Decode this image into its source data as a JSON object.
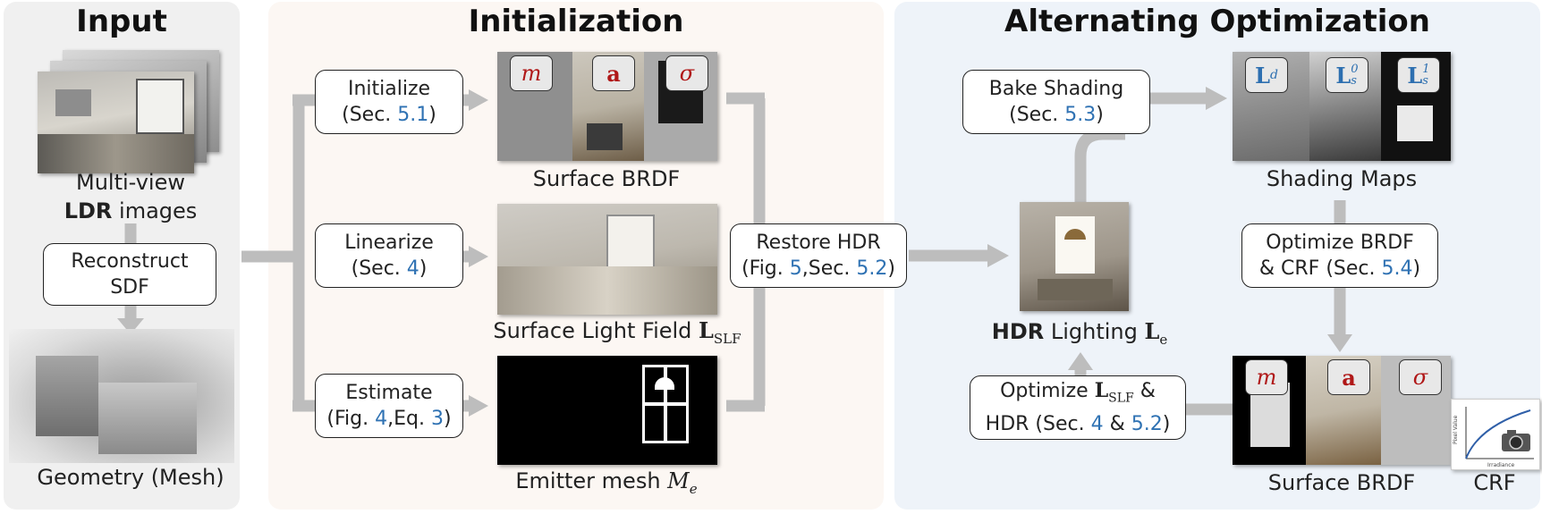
{
  "sections": {
    "input": "Input",
    "init": "Initialization",
    "alt": "Alternating Optimization"
  },
  "input_panel": {
    "multiview_line1": "Multi-view",
    "multiview_bold": "LDR",
    "multiview_rest": " images",
    "reconstruct_line1": "Reconstruct",
    "reconstruct_line2": "SDF",
    "geometry": "Geometry (Mesh)"
  },
  "init_panel": {
    "initialize_line1": "Initialize",
    "initialize_pre": "(Sec. ",
    "initialize_ref": "5.1",
    "initialize_post": ")",
    "linearize_line1": "Linearize",
    "linearize_pre": "(Sec. ",
    "linearize_ref": "4",
    "linearize_post": ")",
    "estimate_line1": "Estimate",
    "estimate_pre": "(Fig. ",
    "estimate_ref1": "4",
    "estimate_mid": ",Eq. ",
    "estimate_ref2": "3",
    "estimate_post": ")",
    "brdf_caption": "Surface BRDF",
    "slf_caption": "Surface Light Field ",
    "slf_symbol": "L",
    "slf_sub": "SLF",
    "emitter_caption": "Emitter mesh ",
    "emitter_symbol": "M",
    "emitter_sub": "e",
    "badge_m": "m",
    "badge_a": "a",
    "badge_sigma": "σ"
  },
  "restore": {
    "line1": "Restore HDR",
    "pre": "(Fig. ",
    "ref1": "5",
    "mid": ",Sec. ",
    "ref2": "5.2",
    "post": ")"
  },
  "alt_panel": {
    "bake_line1": "Bake Shading",
    "bake_pre": "(Sec. ",
    "bake_ref": "5.3",
    "bake_post": ")",
    "shading_caption": "Shading Maps",
    "opt_brdf_line1": "Optimize BRDF",
    "opt_brdf_pre": "& CRF (Sec. ",
    "opt_brdf_ref": "5.4",
    "opt_brdf_post": ")",
    "hdr_bold": "HDR",
    "hdr_rest": " Lighting ",
    "hdr_symbol": "L",
    "hdr_sub": "e",
    "opt_slf_pre": "Optimize ",
    "opt_slf_symbol": "L",
    "opt_slf_sub": "SLF",
    "opt_slf_post": " &",
    "opt_hdr_pre": "HDR (Sec. ",
    "opt_hdr_ref1": "4",
    "opt_hdr_mid": " & ",
    "opt_hdr_ref2": "5.2",
    "opt_hdr_post": ")",
    "brdf_caption": "Surface BRDF",
    "crf_caption": "CRF",
    "badge_ld": "L",
    "badge_ld_sub": "d",
    "badge_ls0": "L",
    "badge_ls0_sub": "s",
    "badge_ls0_sup": "0",
    "badge_ls1": "L",
    "badge_ls1_sub": "s",
    "badge_ls1_sup": "1",
    "crf_ylabel": "Pixel Value",
    "crf_xlabel": "Irradiance"
  },
  "colors": {
    "arrow": "#bdbdbd",
    "reference": "#2f72b3",
    "badge_red": "#b01818",
    "badge_blue": "#2d6fb0"
  }
}
